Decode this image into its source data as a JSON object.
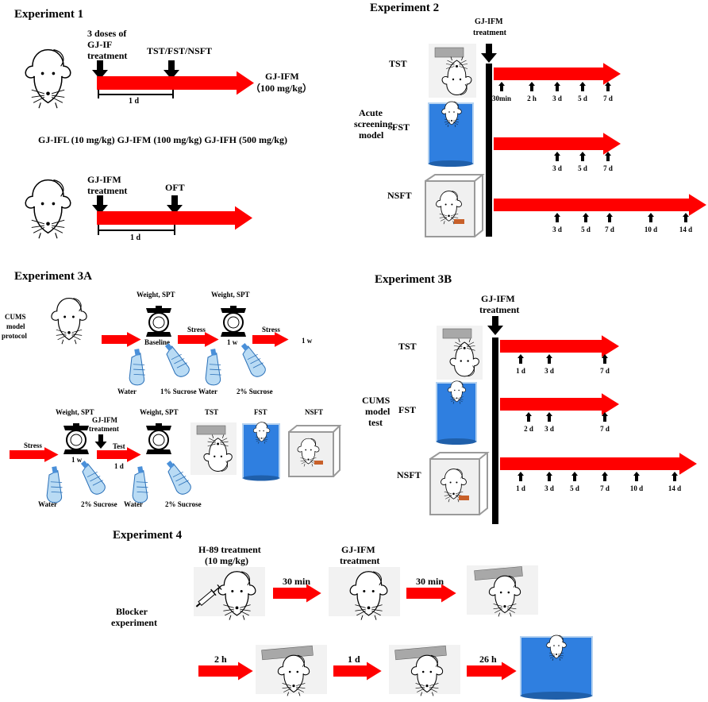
{
  "colors": {
    "arrow_red": "#ff0000",
    "water_blue": "#2f7fe0",
    "tape_gray": "#a8a8a8",
    "block_orange": "#c8602a",
    "box_gray": "#9a9a9a"
  },
  "icons": [
    "mouse-icon",
    "tail-suspension-icon",
    "forced-swim-icon",
    "novelty-feeding-box-icon",
    "scale-icon",
    "water-bottle-icon",
    "syringe-icon"
  ],
  "exp1": {
    "title": "Experiment 1",
    "dose_line1": "3 doses of",
    "dose_line2": "GJ-IF",
    "dose_line3": "treatment",
    "tests": "TST/FST/NSFT",
    "interval": "1 d",
    "end_line1": "GJ-IFM",
    "end_line2": "（100 mg/kg）",
    "doses": "GJ-IFL (10 mg/kg) GJ-IFM (100 mg/kg) GJ-IFH (500 mg/kg)",
    "treat_line1": "GJ-IFM",
    "treat_line2": "treatment",
    "oft": "OFT",
    "interval2": "1 d"
  },
  "exp2": {
    "title": "Experiment 2",
    "treat_line1": "GJ-IFM",
    "treat_line2": "treatment",
    "model_line1": "Acute",
    "model_line2": "screening",
    "model_line3": "model",
    "tst": "TST",
    "fst": "FST",
    "nsft": "NSFT",
    "tst_ticks": [
      "30min",
      "2 h",
      "3 d",
      "5 d",
      "7 d"
    ],
    "fst_ticks": [
      "3 d",
      "5 d",
      "7 d"
    ],
    "nsft_ticks": [
      "3 d",
      "5 d",
      "7 d",
      "10 d",
      "14 d"
    ]
  },
  "exp3a": {
    "title": "Experiment 3A",
    "protocol_line1": "CUMS",
    "protocol_line2": "model",
    "protocol_line3": "protocol",
    "weight_spt_1": "Weight, SPT",
    "baseline": "Baseline",
    "stress_1": "Stress",
    "weight_spt_2": "Weight, SPT",
    "w1_a": "1 w",
    "stress_2": "Stress",
    "w1_b": "1 w",
    "water_1": "Water",
    "sucrose_1": "1% Sucrose",
    "water_2": "Water",
    "sucrose_2": "2% Sucrose",
    "stress_3": "Stress",
    "weight_spt_3": "Weight, SPT",
    "w1_c": "1 w",
    "treat_line1": "GJ-IFM",
    "treat_line2": "treatment",
    "test": "Test",
    "d1": "1 d",
    "weight_spt_4": "Weight, SPT",
    "tst": "TST",
    "fst": "FST",
    "nsft": "NSFT",
    "water_3": "Water",
    "sucrose_3": "2% Sucrose",
    "water_4": "Water",
    "sucrose_4": "2% Sucrose"
  },
  "exp3b": {
    "title": "Experiment 3B",
    "treat_line1": "GJ-IFM",
    "treat_line2": "treatment",
    "model_line1": "CUMS",
    "model_line2": "model",
    "model_line3": "test",
    "tst": "TST",
    "fst": "FST",
    "nsft": "NSFT",
    "tst_ticks": [
      "1 d",
      "3 d",
      "7 d"
    ],
    "fst_ticks": [
      "2 d",
      "3 d",
      "7 d"
    ],
    "nsft_ticks": [
      "1 d",
      "3 d",
      "5 d",
      "7 d",
      "10 d",
      "14 d"
    ]
  },
  "exp4": {
    "title": "Experiment 4",
    "h89_line1": "H-89 treatment",
    "h89_line2": "(10 mg/kg)",
    "min30_a": "30 min",
    "gj_line1": "GJ-IFM",
    "gj_line2": "treatment",
    "min30_b": "30 min",
    "blocker_line1": "Blocker",
    "blocker_line2": "experiment",
    "h2": "2 h",
    "d1": "1 d",
    "h26": "26 h"
  }
}
